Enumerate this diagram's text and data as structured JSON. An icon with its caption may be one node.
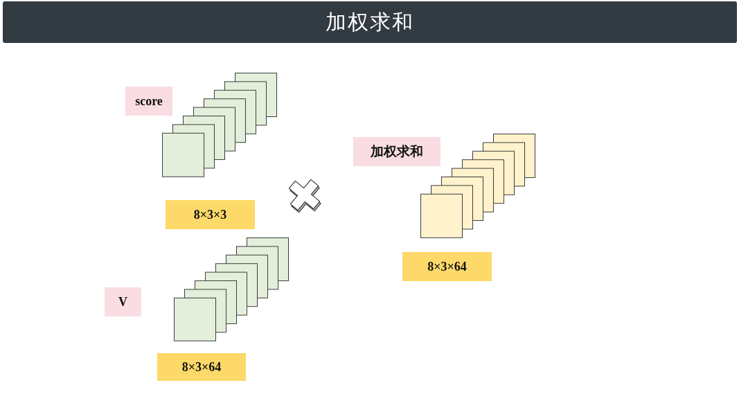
{
  "diagram": {
    "title": "加权求和",
    "nodes": [
      {
        "text": [
          "score"
        ]
      },
      {
        "text": [
          "8×3×3"
        ]
      },
      {
        "text": [
          "V"
        ]
      },
      {
        "text": [
          "8×3×64"
        ]
      },
      {
        "text": [
          "加权求和"
        ]
      },
      {
        "text": [
          "8×3×64"
        ]
      }
    ]
  }
}
